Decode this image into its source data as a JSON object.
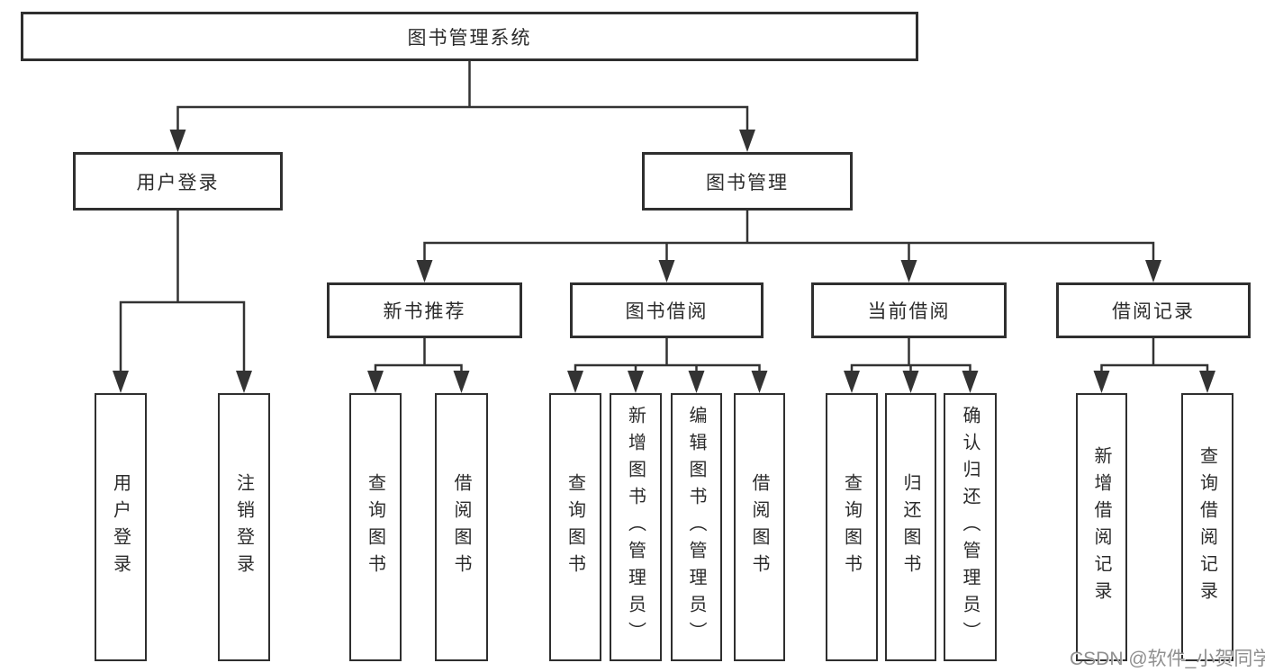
{
  "diagram": {
    "root": "图书管理系统",
    "branches": [
      {
        "label": "用户登录",
        "children": [
          "用户登录",
          "注销登录"
        ]
      },
      {
        "label": "图书管理",
        "groups": [
          {
            "label": "新书推荐",
            "children": [
              "查询图书",
              "借阅图书"
            ]
          },
          {
            "label": "图书借阅",
            "children": [
              "查询图书",
              "新增图书（管理员）",
              "编辑图书（管理员）",
              "借阅图书"
            ]
          },
          {
            "label": "当前借阅",
            "children": [
              "查询图书",
              "归还图书",
              "确认归还（管理员）"
            ]
          },
          {
            "label": "借阅记录",
            "children": [
              "新增借阅记录",
              "查询借阅记录"
            ]
          }
        ]
      }
    ]
  },
  "watermark": {
    "text": "CSDN @软件_小贺同学"
  },
  "colors": {
    "line": "#333333",
    "box_border": "#2f2f2f",
    "text": "#2b2b2b",
    "watermark": "#8f8f8f",
    "background": "#ffffff"
  }
}
